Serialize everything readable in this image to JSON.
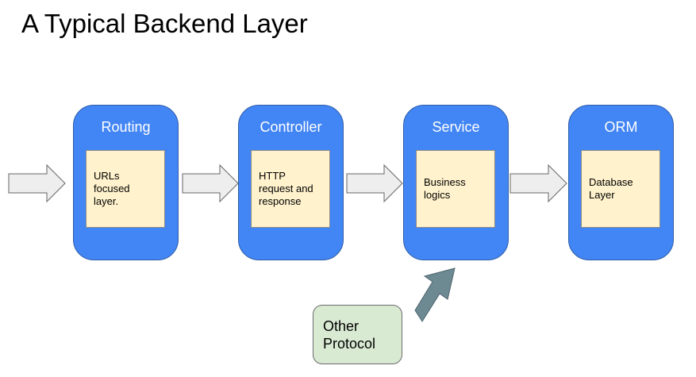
{
  "slide": {
    "title": "A Typical Backend Layer"
  },
  "layers": [
    {
      "name": "Routing",
      "description": "URLs\nfocused\nlayer."
    },
    {
      "name": "Controller",
      "description": "HTTP\nrequest and\nresponse"
    },
    {
      "name": "Service",
      "description": "Business\nlogics"
    },
    {
      "name": "ORM",
      "description": "Database\nLayer"
    }
  ],
  "other_protocol": {
    "label": "Other\nProtocol"
  },
  "colors": {
    "layer_box": "#4285f4",
    "note_fill": "#fff2cc",
    "protocol_fill": "#d9ead3",
    "flow_arrow_fill": "#eeeeee",
    "protocol_arrow_fill": "#6d8991"
  }
}
